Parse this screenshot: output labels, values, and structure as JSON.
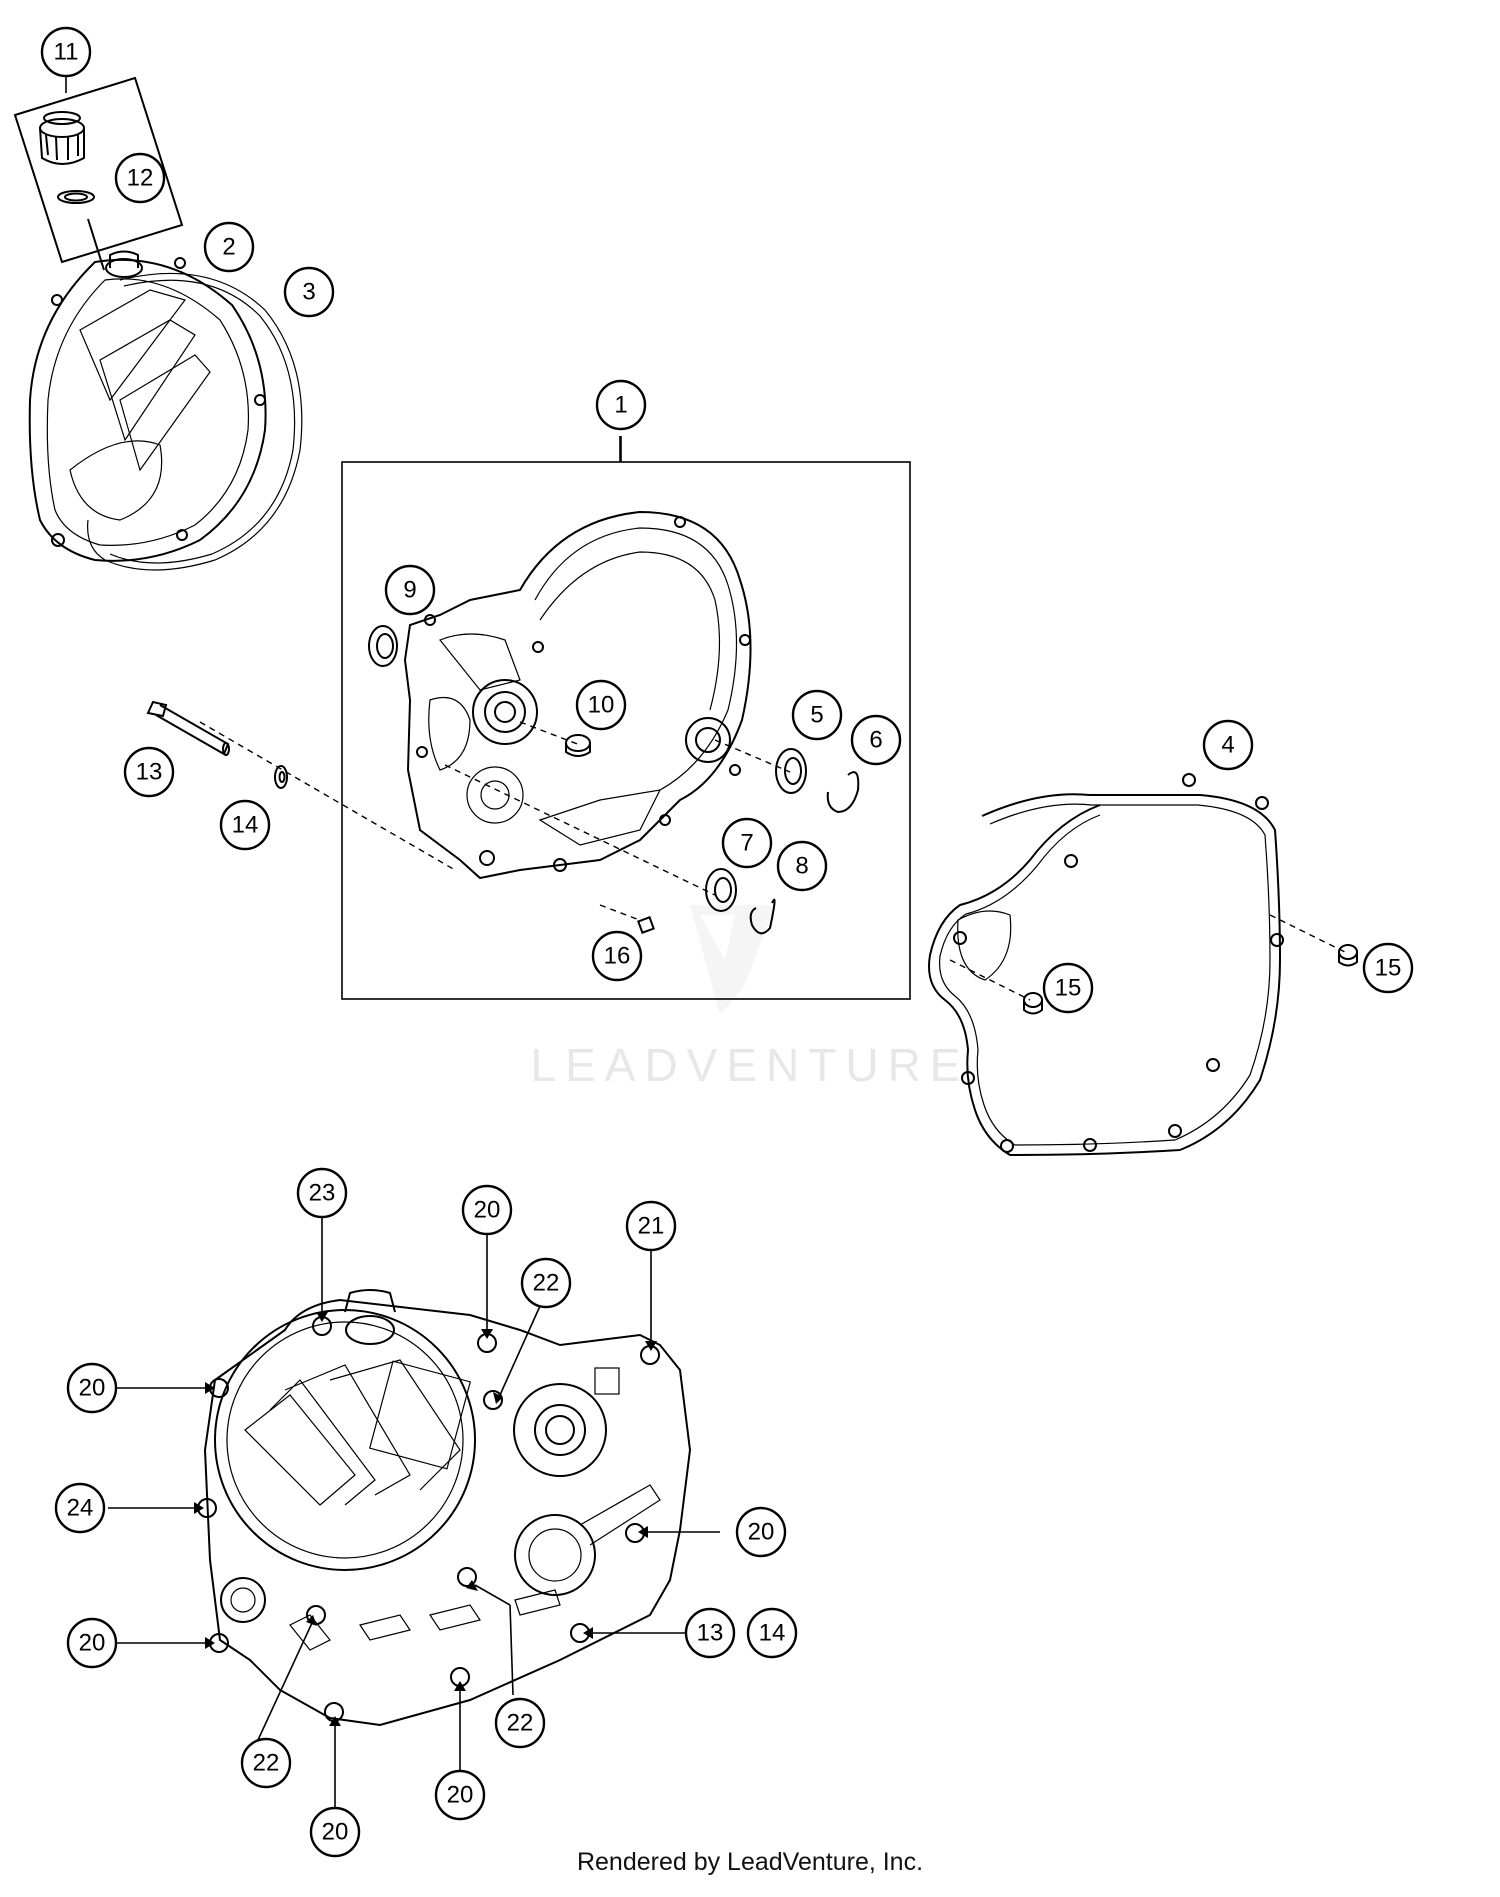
{
  "watermark": "LEADVENTURE",
  "footer": "Rendered by LeadVenture, Inc.",
  "callouts": [
    {
      "id": "c11",
      "label": "11"
    },
    {
      "id": "c12",
      "label": "12"
    },
    {
      "id": "c2",
      "label": "2"
    },
    {
      "id": "c3",
      "label": "3"
    },
    {
      "id": "c1",
      "label": "1"
    },
    {
      "id": "c9",
      "label": "9"
    },
    {
      "id": "c10",
      "label": "10"
    },
    {
      "id": "c5",
      "label": "5"
    },
    {
      "id": "c6",
      "label": "6"
    },
    {
      "id": "c7",
      "label": "7"
    },
    {
      "id": "c8",
      "label": "8"
    },
    {
      "id": "c16",
      "label": "16"
    },
    {
      "id": "c13a",
      "label": "13"
    },
    {
      "id": "c14a",
      "label": "14"
    },
    {
      "id": "c4",
      "label": "4"
    },
    {
      "id": "c15a",
      "label": "15"
    },
    {
      "id": "c15b",
      "label": "15"
    },
    {
      "id": "c23",
      "label": "23"
    },
    {
      "id": "c20a",
      "label": "20"
    },
    {
      "id": "c21",
      "label": "21"
    },
    {
      "id": "c22a",
      "label": "22"
    },
    {
      "id": "c20b",
      "label": "20"
    },
    {
      "id": "c24",
      "label": "24"
    },
    {
      "id": "c20c",
      "label": "20"
    },
    {
      "id": "c20d",
      "label": "20"
    },
    {
      "id": "c13b",
      "label": "13"
    },
    {
      "id": "c14b",
      "label": "14"
    },
    {
      "id": "c22b",
      "label": "22"
    },
    {
      "id": "c22c",
      "label": "22"
    },
    {
      "id": "c20e",
      "label": "20"
    },
    {
      "id": "c20f",
      "label": "20"
    }
  ]
}
